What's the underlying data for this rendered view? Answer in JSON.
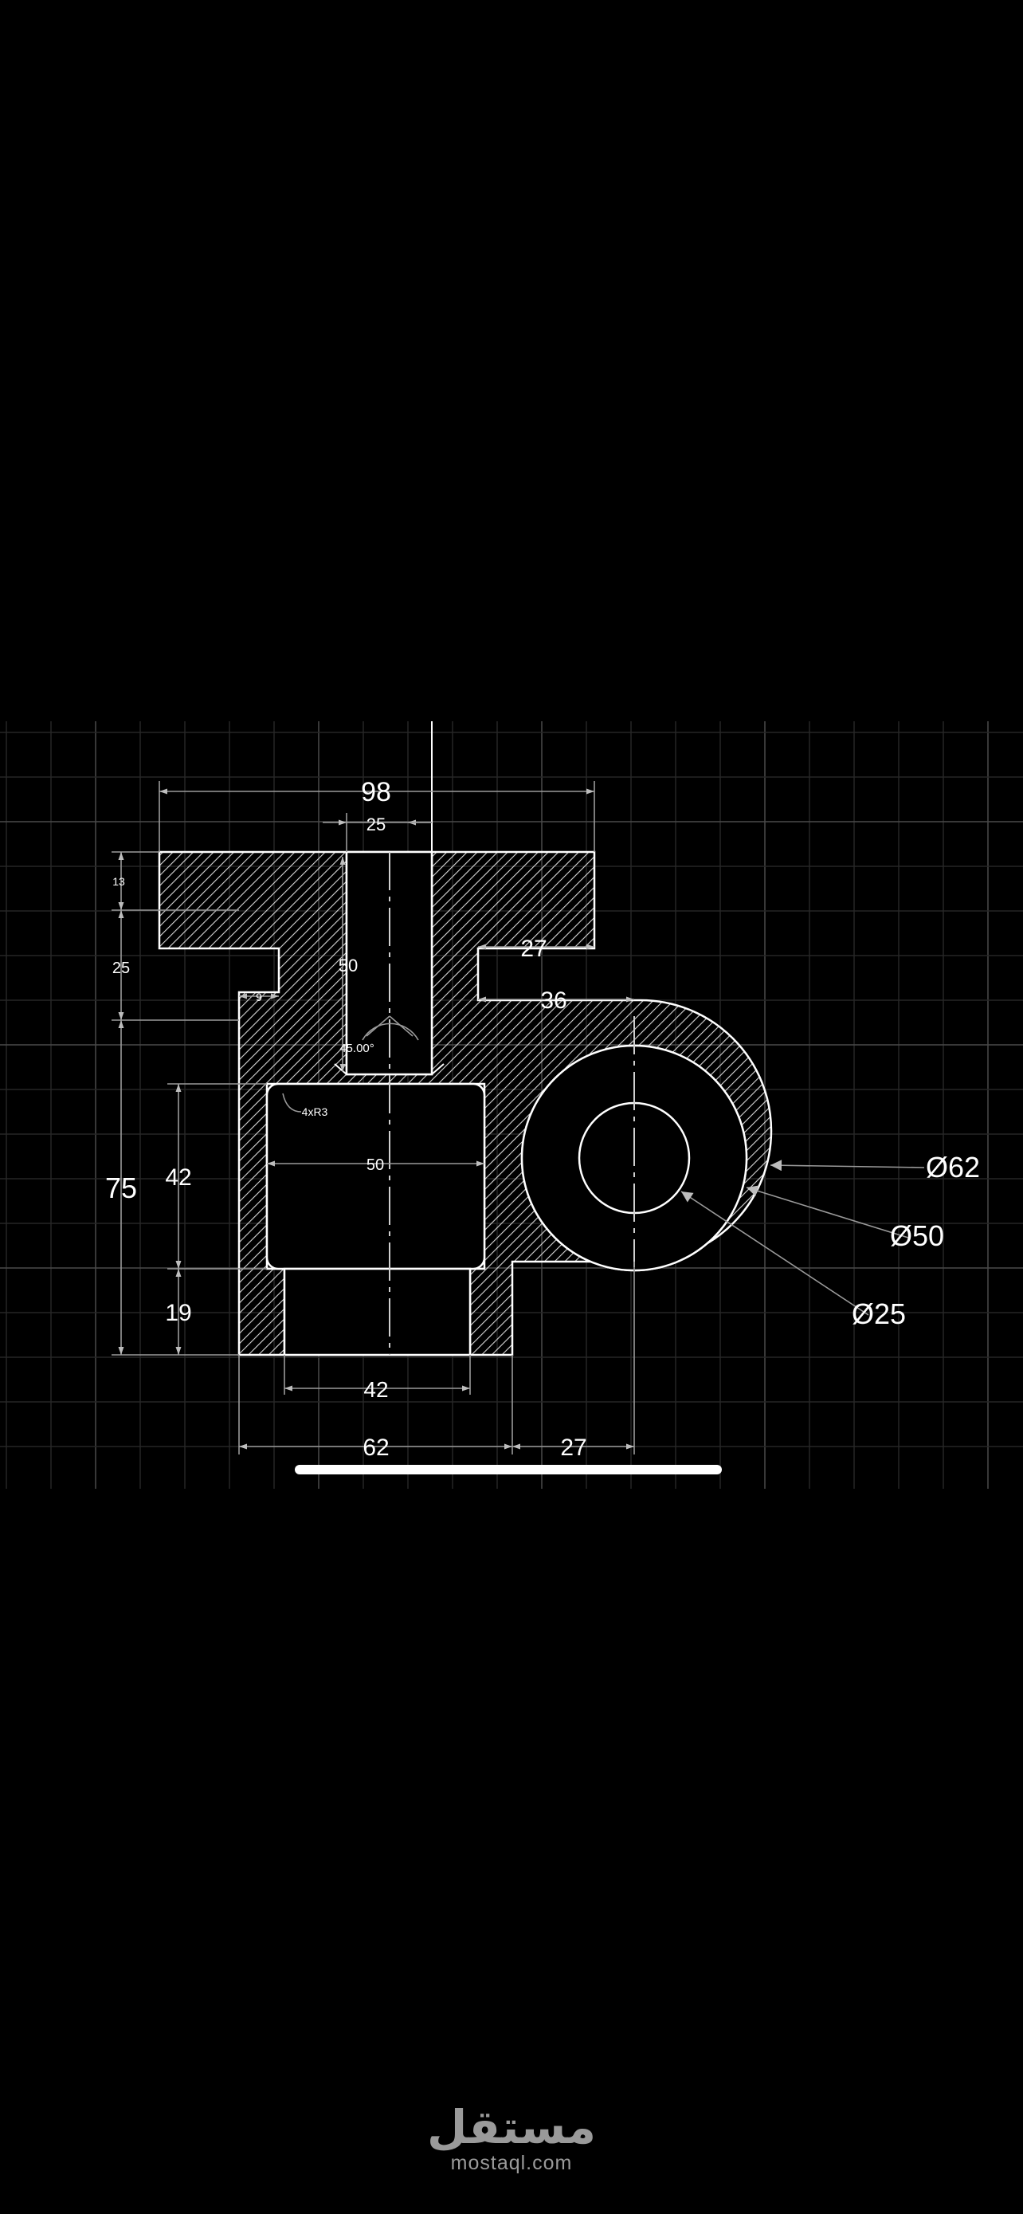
{
  "drawing": {
    "dimensions": {
      "overall_width": "98",
      "bore_width": "25",
      "top_flange": "13",
      "upper_step": "25",
      "lip_width": "9",
      "bore_depth": "50",
      "chamfer_angle": "45.00°",
      "fillet_note": "4xR3",
      "cavity_height": "42",
      "cavity_width": "50",
      "overall_height": "75",
      "base_height": "19",
      "base_slot": "42",
      "base_width": "62",
      "arm_offset_bottom": "27",
      "arm_offset_top": "27",
      "arm_length": "36"
    },
    "diameters": {
      "outer": "Ø62",
      "middle": "Ø50",
      "inner": "Ø25"
    }
  },
  "watermark": {
    "logo_text": "مستقل",
    "site": "mostaql.com"
  },
  "colors": {
    "background": "#000000",
    "grid": "#3a3a3a",
    "outline": "#ffffff",
    "dimension": "#9a9a9a"
  }
}
